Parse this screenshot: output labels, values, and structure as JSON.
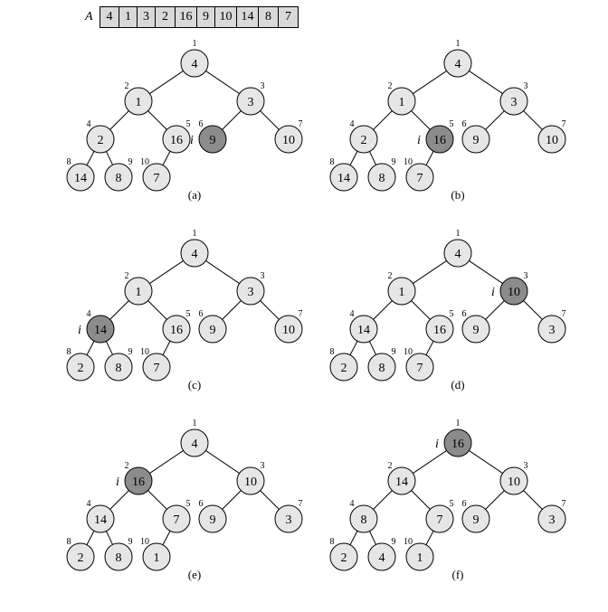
{
  "array": {
    "name": "A",
    "values": [
      "4",
      "1",
      "3",
      "2",
      "16",
      "9",
      "10",
      "14",
      "8",
      "7"
    ]
  },
  "colors": {
    "node_fill": "#e6e6e6",
    "highlight_fill": "#8c8c8c",
    "array_fill": "#d9d9d9"
  },
  "i_label": "i",
  "panels": [
    {
      "caption": "(a)",
      "values": [
        "4",
        "1",
        "3",
        "2",
        "16",
        "9",
        "10",
        "14",
        "8",
        "7"
      ],
      "highlight": 5,
      "right_subtree_side": "left"
    },
    {
      "caption": "(b)",
      "values": [
        "4",
        "1",
        "3",
        "2",
        "16",
        "9",
        "10",
        "14",
        "8",
        "7"
      ],
      "highlight": 4,
      "right_subtree_side": "left"
    },
    {
      "caption": "(c)",
      "values": [
        "4",
        "1",
        "3",
        "14",
        "16",
        "9",
        "10",
        "2",
        "8",
        "7"
      ],
      "highlight": 3,
      "right_subtree_side": "right"
    },
    {
      "caption": "(d)",
      "values": [
        "4",
        "1",
        "10",
        "14",
        "16",
        "9",
        "3",
        "2",
        "8",
        "7"
      ],
      "highlight": 2,
      "right_subtree_side": "left"
    },
    {
      "caption": "(e)",
      "values": [
        "4",
        "16",
        "10",
        "14",
        "7",
        "9",
        "3",
        "2",
        "8",
        "1"
      ],
      "highlight": 1,
      "right_subtree_side": "left"
    },
    {
      "caption": "(f)",
      "values": [
        "16",
        "14",
        "10",
        "8",
        "7",
        "9",
        "3",
        "2",
        "4",
        "1"
      ],
      "highlight": 0,
      "right_subtree_side": "left"
    }
  ]
}
